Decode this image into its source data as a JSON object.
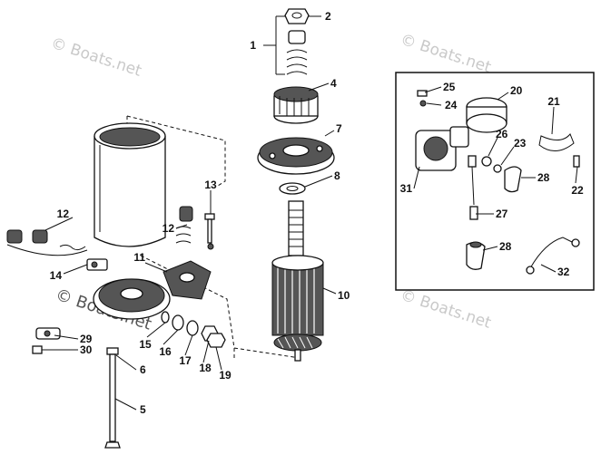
{
  "watermark": {
    "text": "© Boats.net"
  },
  "callouts": [
    {
      "id": "c1",
      "label": "1"
    },
    {
      "id": "c2",
      "label": "2"
    },
    {
      "id": "c4",
      "label": "4"
    },
    {
      "id": "c5",
      "label": "5"
    },
    {
      "id": "c6",
      "label": "6"
    },
    {
      "id": "c7",
      "label": "7"
    },
    {
      "id": "c8",
      "label": "8"
    },
    {
      "id": "c10",
      "label": "10"
    },
    {
      "id": "c11",
      "label": "11"
    },
    {
      "id": "c12a",
      "label": "12"
    },
    {
      "id": "c12b",
      "label": "12"
    },
    {
      "id": "c13",
      "label": "13"
    },
    {
      "id": "c14",
      "label": "14"
    },
    {
      "id": "c15",
      "label": "15"
    },
    {
      "id": "c16",
      "label": "16"
    },
    {
      "id": "c17",
      "label": "17"
    },
    {
      "id": "c18",
      "label": "18"
    },
    {
      "id": "c19",
      "label": "19"
    },
    {
      "id": "c20",
      "label": "20"
    },
    {
      "id": "c21",
      "label": "21"
    },
    {
      "id": "c22",
      "label": "22"
    },
    {
      "id": "c23",
      "label": "23"
    },
    {
      "id": "c24",
      "label": "24"
    },
    {
      "id": "c25",
      "label": "25"
    },
    {
      "id": "c26",
      "label": "26"
    },
    {
      "id": "c27",
      "label": "27"
    },
    {
      "id": "c28a",
      "label": "28"
    },
    {
      "id": "c28b",
      "label": "28"
    },
    {
      "id": "c29",
      "label": "29"
    },
    {
      "id": "c30",
      "label": "30"
    },
    {
      "id": "c31",
      "label": "31"
    },
    {
      "id": "c32",
      "label": "32"
    }
  ]
}
